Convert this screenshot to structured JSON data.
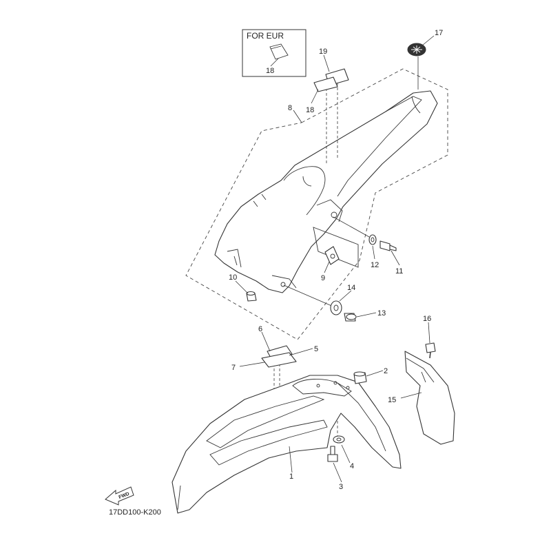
{
  "diagram": {
    "diagram_code": "17DD100-K200",
    "region_box_label": "FOR EUR",
    "fwd_label": "FWD",
    "callouts": [
      "1",
      "2",
      "3",
      "4",
      "5",
      "6",
      "7",
      "8",
      "9",
      "10",
      "11",
      "12",
      "13",
      "14",
      "15",
      "16",
      "17",
      "18",
      "18",
      "19"
    ]
  }
}
